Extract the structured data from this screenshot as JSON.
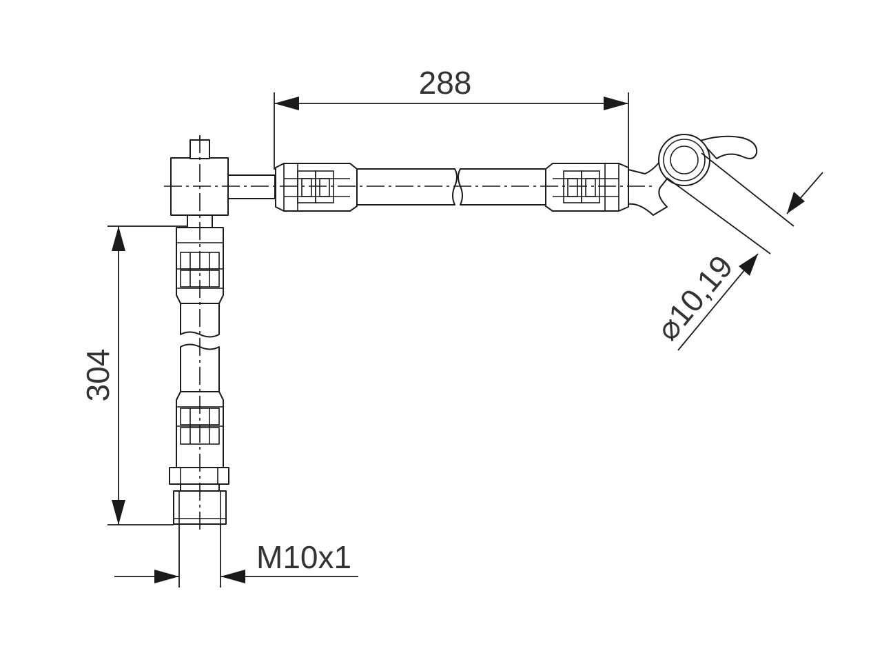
{
  "dimensions": {
    "top_length": "288",
    "vertical_length": "304",
    "thread": "M10x1",
    "eye_diameter": "⌀10,19"
  },
  "colors": {
    "line": "#1a1a1a",
    "text": "#333333",
    "background": "#ffffff"
  }
}
